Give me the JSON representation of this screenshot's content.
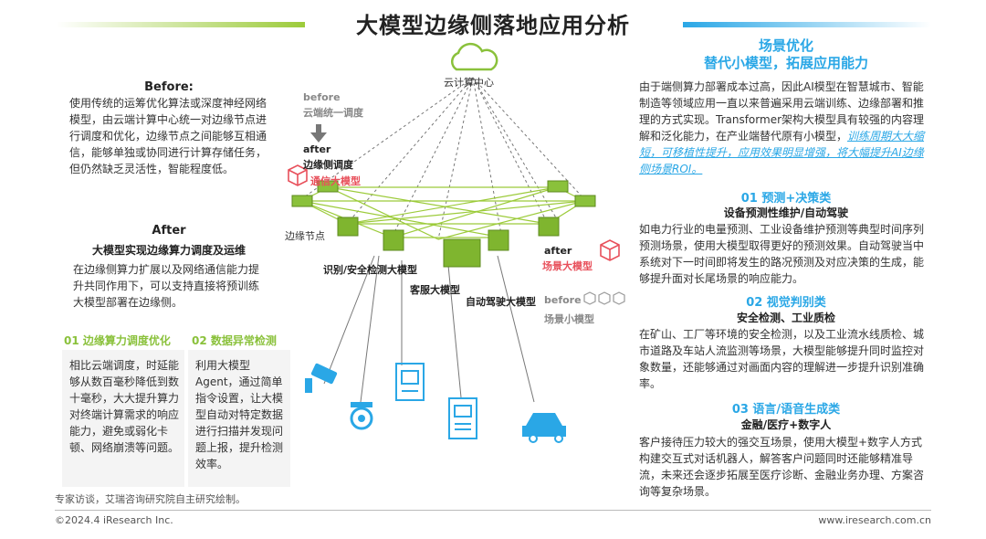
{
  "title": "大模型边缘侧落地应用分析",
  "left": {
    "before_head": "Before:",
    "before_text": "使用传统的运筹优化算法或深度神经网络模型，由云端计算中心统一对边缘节点进行调度和优化，边缘节点之间能够互相通信，能够单独或协同进行计算存储任务，但仍然缺乏灵活性，智能程度低。",
    "after_head": "After",
    "after_sub": "大模型实现边缘算力调度及运维",
    "after_text": "在边缘侧算力扩展以及网络通信能力提升共同作用下，可以支持直接将预训练大模型部署在边缘侧。",
    "box1_title": "01 边缘算力调度优化",
    "box1_text": "相比云端调度，时延能够从数百毫秒降低到数十毫秒，大大提升算力对终端计算需求的响应能力，避免或弱化卡顿、网络崩溃等问题。",
    "box2_title": "02 数据异常检测",
    "box2_text": "利用大模型Agent，通过简单指令设置，让大模型自动对特定数据进行扫描并发现问题上报，提升检测效率。"
  },
  "diagram": {
    "cloud_label": "云计算中心",
    "before_label": "before",
    "before_sub": "云端统一调度",
    "after_label": "after",
    "after_sub": "边缘侧调度",
    "comm_model": "通信大模型",
    "edge_node": "边缘节点",
    "detect_model": "识别/安全检测大模型",
    "cs_model": "客服大模型",
    "auto_model": "自动驾驶大模型",
    "after2_label": "after",
    "scene_model": "场景大模型",
    "before2_label": "before",
    "small_model": "场景小模型"
  },
  "right": {
    "head1": "场景优化",
    "head2": "替代小模型，拓展应用能力",
    "intro": "由于端侧算力部署成本过高，因此AI模型在智慧城市、智能制造等领域应用一直以来普遍采用云端训练、边缘部署和推理的方式实现。Transformer架构大模型具有较强的内容理解和泛化能力，在产业端替代原有小模型，",
    "intro_link": "训练周期大大缩短，可移植性提升，应用效果明显增强，将大幅提升AI边缘侧场景ROI。",
    "s1_title": "01 预测+决策类",
    "s1_sub": "设备预测性维护/自动驾驶",
    "s1_text": "如电力行业的电量预测、工业设备维护预测等典型时间序列预测场景，使用大模型取得更好的预测效果。自动驾驶当中系统对下一时间即将发生的路况预测及对应决策的生成，能够提升面对长尾场景的响应能力。",
    "s2_title": "02 视觉判别类",
    "s2_sub": "安全检测、工业质检",
    "s2_text": "在矿山、工厂等环境的安全检测，以及工业流水线质检、城市道路及车站人流监测等场景，大模型能够提升同时监控对象数量，还能够通过对画面内容的理解进一步提升识别准确率。",
    "s3_title": "03 语言/语音生成类",
    "s3_sub": "金融/医疗+数字人",
    "s3_text": "客户接待压力较大的强交互场景，使用大模型+数字人方式构建交互式对话机器人，解答客户问题同时还能够精准导流，未来还会逐步拓展至医疗诊断、金融业务办理、方案咨询等复杂场景。"
  },
  "source": "专家访谈，艾瑞咨询研究院自主研究绘制。",
  "footer_left": "©2024.4 iResearch Inc.",
  "footer_right": "www.iresearch.com.cn",
  "colors": {
    "green": "#8ac13b",
    "blue": "#2aa7e6",
    "red": "#e8505b"
  }
}
